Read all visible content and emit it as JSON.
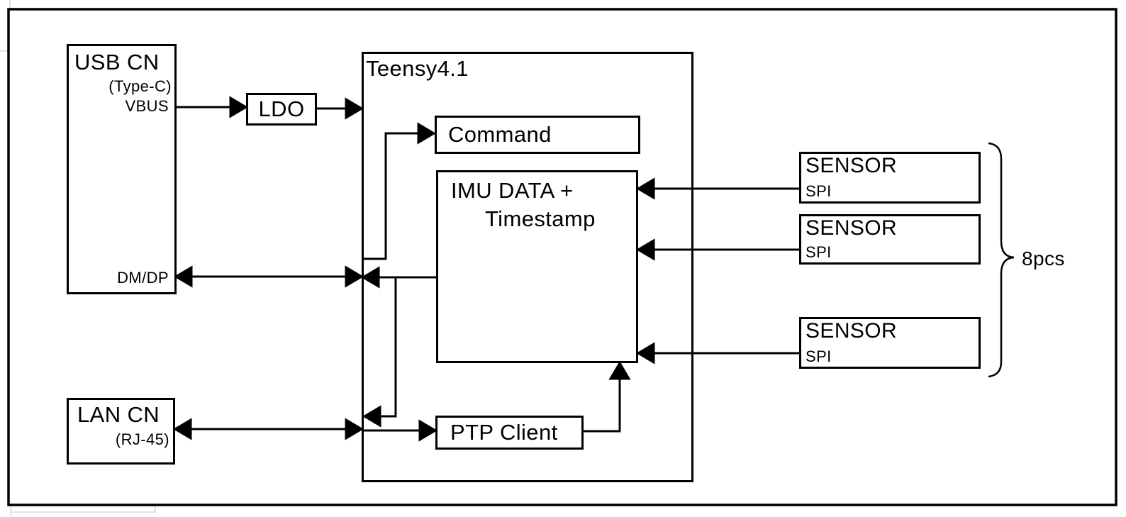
{
  "diagram": {
    "nodes": {
      "usb_cn": {
        "title": "USB CN",
        "subtitle": "(Type-C)",
        "pin_top": "VBUS",
        "pin_bottom": "DM/DP"
      },
      "ldo": {
        "title": "LDO"
      },
      "teensy": {
        "title": "Teensy4.1"
      },
      "command": {
        "title": "Command"
      },
      "imu_data": {
        "title_line1": "IMU DATA +",
        "title_line2": "Timestamp"
      },
      "ptp_client": {
        "title": "PTP Client"
      },
      "lan_cn": {
        "title": "LAN CN",
        "subtitle": "(RJ-45)"
      },
      "sensor1": {
        "title": "SENSOR",
        "interface": "SPI"
      },
      "sensor2": {
        "title": "SENSOR",
        "interface": "SPI"
      },
      "sensor3": {
        "title": "SENSOR",
        "interface": "SPI"
      }
    },
    "annotations": {
      "sensor_count": "8pcs"
    },
    "colors": {
      "line": "#000000",
      "background": "#ffffff",
      "guide": "#d9d9d9"
    }
  }
}
